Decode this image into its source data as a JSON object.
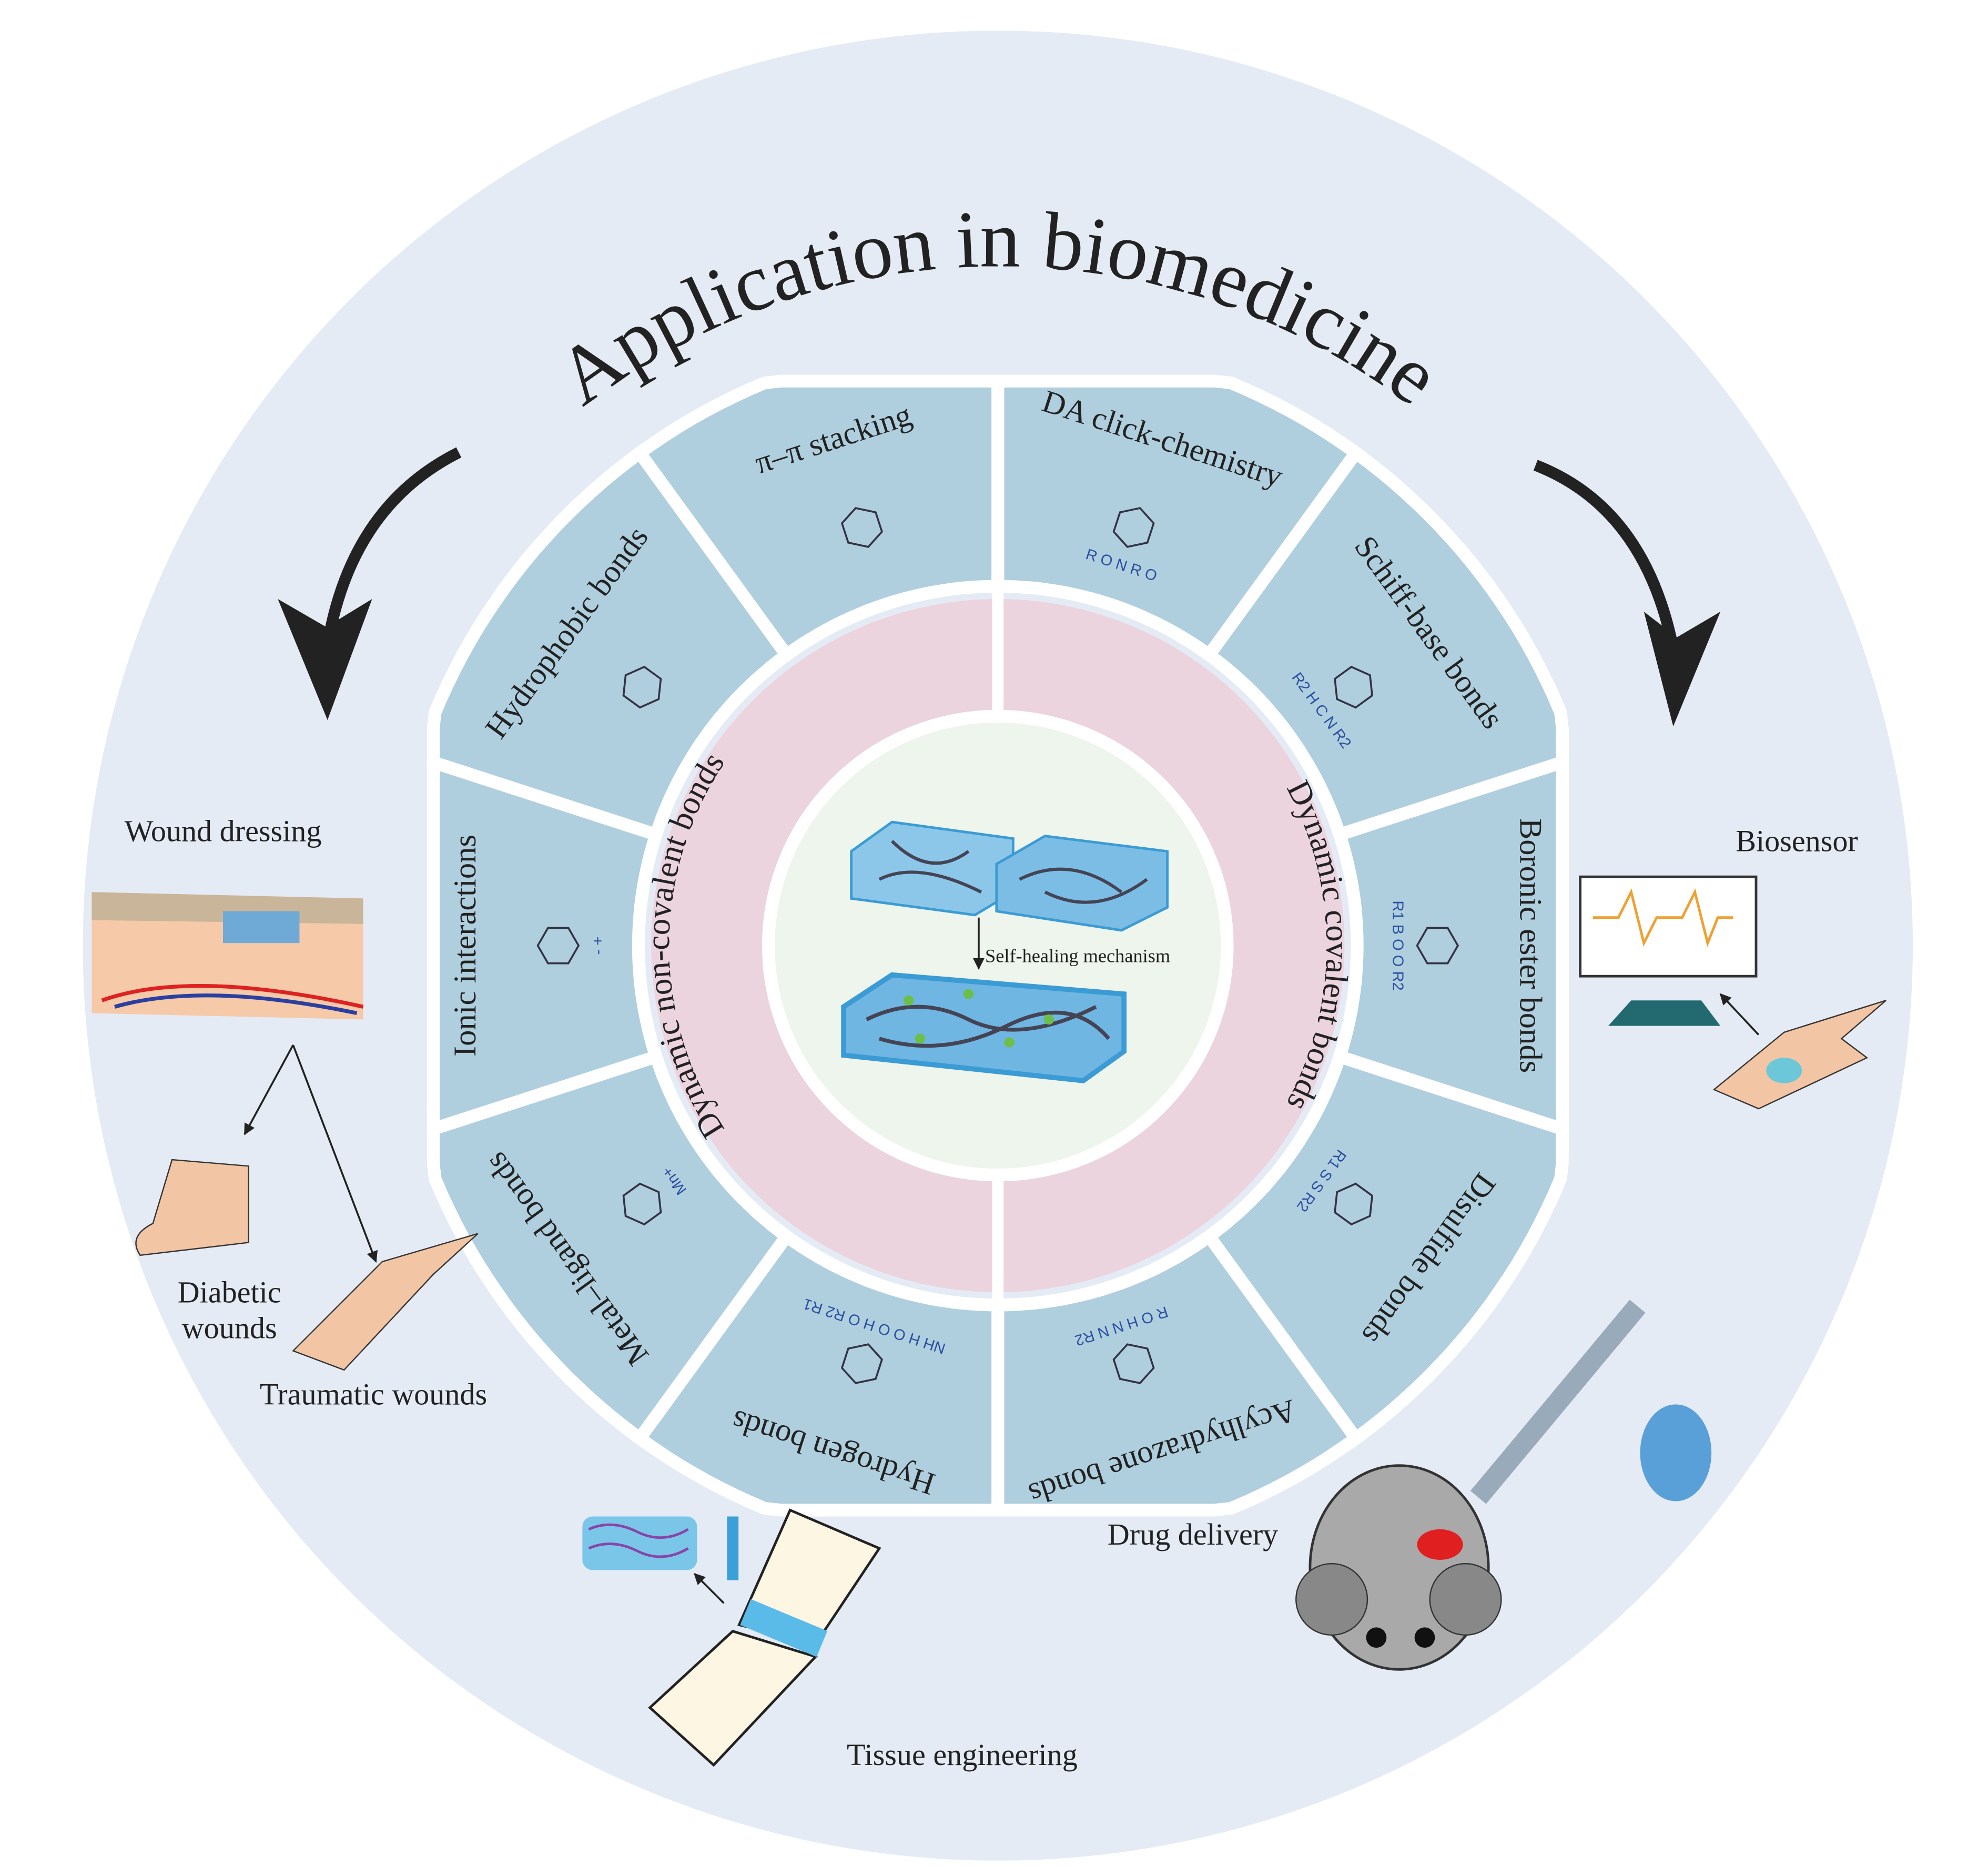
{
  "title": "Application in biomedicine",
  "center": {
    "caption": "Self-healing mechanism"
  },
  "inner_ring": {
    "left_label": "Dynamic non-covalent bonds",
    "right_label": "Dynamic covalent bonds"
  },
  "segments": [
    {
      "label": "DA click-chemistry",
      "chem": [
        "R",
        "O",
        "N",
        "R",
        "O"
      ]
    },
    {
      "label": "Schiff-base bonds",
      "chem": [
        "R2",
        "H",
        "C",
        "N",
        "R2"
      ]
    },
    {
      "label": "Boronic ester bonds",
      "chem": [
        "R1",
        "B",
        "O",
        "O",
        "R2"
      ]
    },
    {
      "label": "Disulfide bonds",
      "chem": [
        "R1",
        "S",
        "S",
        "R2"
      ]
    },
    {
      "label": "Acylhydrazone bonds",
      "chem": [
        "R",
        "O",
        "H",
        "N",
        "N",
        "R2"
      ]
    },
    {
      "label": "Hydrogen bonds",
      "chem": [
        "NH",
        "H",
        "O",
        "O",
        "H",
        "O",
        "R2",
        "R1"
      ]
    },
    {
      "label": "Metal–ligand bonds",
      "chem": [
        "Mn+"
      ]
    },
    {
      "label": "Ionic interactions",
      "chem": [
        "-",
        "+"
      ]
    },
    {
      "label": "Hydrophobic bonds",
      "chem": []
    },
    {
      "label": "π–π stacking",
      "chem": []
    }
  ],
  "applications": {
    "wound_dressing": "Wound dressing",
    "diabetic": "Diabetic",
    "wounds": "wounds",
    "traumatic": "Traumatic wounds",
    "biosensor": "Biosensor",
    "drug_delivery": "Drug delivery",
    "tissue_engineering": "Tissue engineering"
  },
  "colors": {
    "outer": "#e5ebf5",
    "segment": "#b0cfde",
    "pink": "#ecd4de",
    "center": "#eef5ec",
    "gel": "#5aafe0",
    "node": "#6cc04a"
  }
}
